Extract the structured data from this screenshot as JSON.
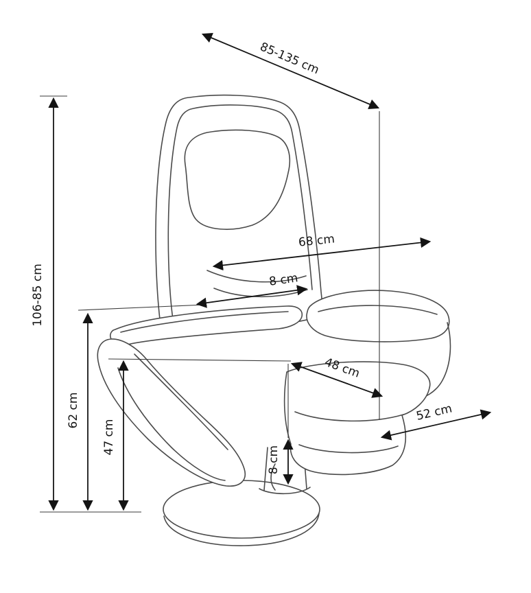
{
  "diagram": {
    "colors": {
      "line": "#4a4a4a",
      "dimension": "#141414",
      "background": "#ffffff"
    },
    "labels": {
      "reach_range": "85-135 cm",
      "height_range": "106-85 cm",
      "back_width": "68 cm",
      "armrest_thickness": "8 cm",
      "seat_width": "48 cm",
      "seat_depth": "52 cm",
      "armrest_height": "62 cm",
      "seat_height": "47 cm",
      "base_gap": "8 cm"
    }
  }
}
